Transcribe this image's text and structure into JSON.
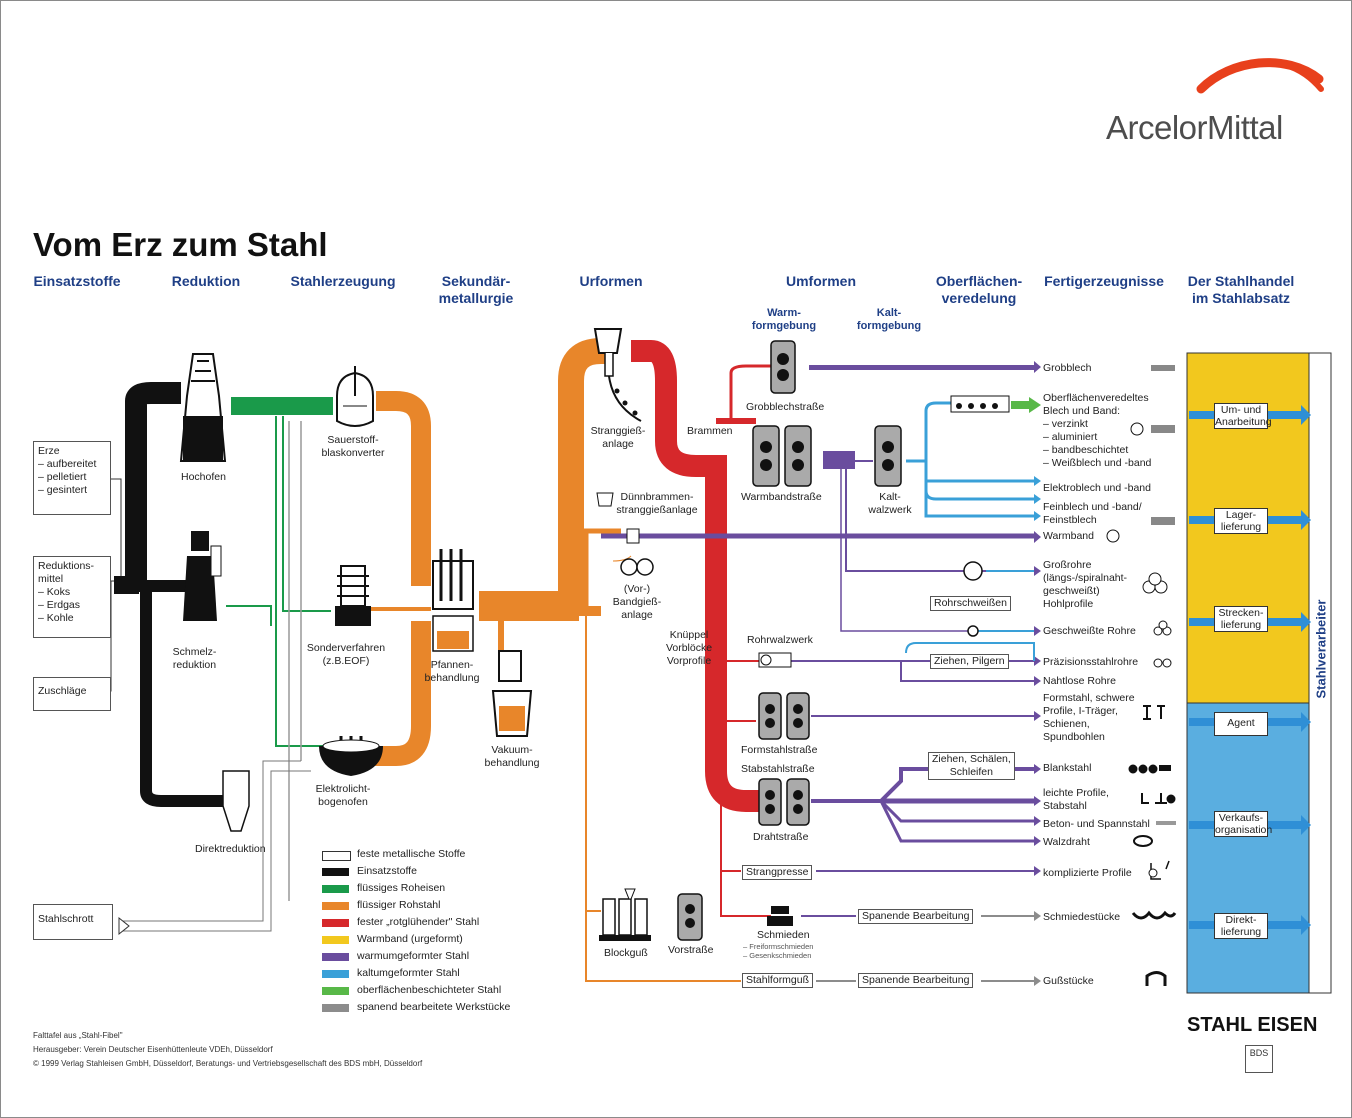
{
  "brand": {
    "name": "ArcelorMittal",
    "colors": {
      "logo_arc": "#e8401c",
      "logo_text": "#4d4d4d"
    }
  },
  "title": "Vom Erz zum Stahl",
  "columns": {
    "einsatzstoffe": "Einsatzstoffe",
    "reduktion": "Reduktion",
    "stahlerzeugung": "Stahlerzeugung",
    "sekundaer_1": "Sekundär-",
    "sekundaer_2": "metallurgie",
    "urformen": "Urformen",
    "umformen": "Umformen",
    "oberflaechen_1": "Oberflächen-",
    "oberflaechen_2": "veredelung",
    "fertig": "Fertigerzeugnisse",
    "handel_1": "Der Stahlhandel",
    "handel_2": "im Stahlabsatz"
  },
  "subheaders": {
    "warm_1": "Warm-",
    "warm_2": "formgebung",
    "kalt_1": "Kalt-",
    "kalt_2": "formgebung"
  },
  "inputs": {
    "erze": [
      "Erze",
      "– aufbereitet",
      "– pelletiert",
      "– gesintert"
    ],
    "reduktion": [
      "Reduktions-",
      "mittel",
      "– Koks",
      "– Erdgas",
      "– Kohle"
    ],
    "zuschlaege": "Zuschläge",
    "stahlschrott": "Stahlschrott"
  },
  "processes": {
    "hochofen": "Hochofen",
    "schmelz_1": "Schmelz-",
    "schmelz_2": "reduktion",
    "direkt": "Direktreduktion",
    "sauer_1": "Sauerstoff-",
    "sauer_2": "blaskonverter",
    "sonder_1": "Sonderverfahren",
    "sonder_2": "(z.B.EOF)",
    "elektro_1": "Elektrolicht-",
    "elektro_2": "bogenofen",
    "pfannen_1": "Pfannen-",
    "pfannen_2": "behandlung",
    "vakuum_1": "Vakuum-",
    "vakuum_2": "behandlung",
    "strang_1": "Stranggieß-",
    "strang_2": "anlage",
    "brammen": "Brammen",
    "duenn_1": "Dünnbrammen-",
    "duenn_2": "stranggießanlage",
    "band_1": "(Vor-)",
    "band_2": "Bandgieß-",
    "band_3": "anlage",
    "knueppel_1": "Knüppel",
    "knueppel_2": "Vorblöcke",
    "knueppel_3": "Vorprofile",
    "grobblech": "Grobblechstraße",
    "warmband": "Warmbandstraße",
    "kalt_1": "Kalt-",
    "kalt_2": "walzwerk",
    "rohrwalz": "Rohrwalzwerk",
    "formstahl": "Formstahlstraße",
    "stabstahl": "Stabstahlstraße",
    "draht": "Drahtstraße",
    "strangpresse": "Strangpresse",
    "schmieden": "Schmieden",
    "schmieden_sub_1": "– Freiformschmieden",
    "schmieden_sub_2": "– Gesenkschmieden",
    "blockguss": "Blockguß",
    "vorstrasse": "Vorstraße",
    "stahlformguss": "Stahlformguß",
    "spanend_1": "Spanende Bearbeitung",
    "spanend_2": "Spanende Bearbeitung",
    "rohrschweissen": "Rohrschweißen",
    "ziehen_pilgern": "Ziehen, Pilgern",
    "ziehen_schaelen_1": "Ziehen, Schälen,",
    "ziehen_schaelen_2": "Schleifen"
  },
  "products": {
    "grobblech": "Grobblech",
    "ober": [
      "Oberflächenveredeltes",
      "Blech und Band:",
      "– verzinkt",
      "– aluminiert",
      "– bandbeschichtet",
      "– Weißblech und -band"
    ],
    "elektroblech": "Elektroblech und -band",
    "feinblech_1": "Feinblech und -band/",
    "feinblech_2": "Feinstblech",
    "warmband": "Warmband",
    "gross": [
      "Großrohre",
      "(längs-/spiralnaht-",
      "geschweißt)",
      "Hohlprofile"
    ],
    "geschweisst": "Geschweißte Rohre",
    "praezision": "Präzisionsstahlrohre",
    "nahtlos": "Nahtlose Rohre",
    "formstahl": [
      "Formstahl, schwere",
      "Profile, I-Träger,",
      "Schienen,",
      "Spundbohlen"
    ],
    "blankstahl": "Blankstahl",
    "leicht_1": "leichte Profile,",
    "leicht_2": "Stabstahl",
    "beton": "Beton- und Spannstahl",
    "walzdraht": "Walzdraht",
    "kompliziert": "komplizierte Profile",
    "schmiede": "Schmiedestücke",
    "guss": "Gußstücke"
  },
  "trade": {
    "um_1": "Um- und",
    "um_2": "Anarbeitung",
    "lager_1": "Lager-",
    "lager_2": "lieferung",
    "strecken_1": "Strecken-",
    "strecken_2": "lieferung",
    "agent": "Agent",
    "verkauf_1": "Verkaufs-",
    "verkauf_2": "organisation",
    "direkt_1": "Direkt-",
    "direkt_2": "lieferung",
    "verarbeiter": "Stahlverarbeiter"
  },
  "legend": [
    {
      "label": "feste metallische Stoffe",
      "color": "#ffffff"
    },
    {
      "label": "Einsatzstoffe",
      "color": "#111111"
    },
    {
      "label": "flüssiges Roheisen",
      "color": "#1a9a4a"
    },
    {
      "label": "flüssiger Rohstahl",
      "color": "#e8862a"
    },
    {
      "label": "fester „rotglühender\" Stahl",
      "color": "#d6282b"
    },
    {
      "label": "Warmband (urgeformt)",
      "color": "#f2c81e"
    },
    {
      "label": "warmumgeformter Stahl",
      "color": "#6a4d9e"
    },
    {
      "label": "kaltumgeformter Stahl",
      "color": "#3aa0d8"
    },
    {
      "label": "oberflächenbeschichteter Stahl",
      "color": "#58b848"
    },
    {
      "label": "spanend bearbeitete Werkstücke",
      "color": "#8c8c8c"
    }
  ],
  "footer": [
    "Falttafel aus „Stahl-Fibel\"",
    "Herausgeber: Verein Deutscher Eisenhüttenleute VDEh, Düsseldorf",
    "© 1999 Verlag Stahleisen GmbH, Düsseldorf, Beratungs- und Vertriebsgesellschaft des BDS mbH, Düsseldorf"
  ],
  "publisher": {
    "name": "STAHL EISEN",
    "sub": "BDS"
  },
  "colors": {
    "black": "#111111",
    "green": "#1a9a4a",
    "orange": "#e8862a",
    "red": "#d6282b",
    "yellow": "#f2c81e",
    "purple": "#6a4d9e",
    "blue": "#3aa0d8",
    "lightgreen": "#58b848",
    "gray": "#8c8c8c",
    "header_blue": "#1f3f86",
    "trade_blue": "#2f8fd6",
    "trade_lower": "#5aaee0"
  }
}
